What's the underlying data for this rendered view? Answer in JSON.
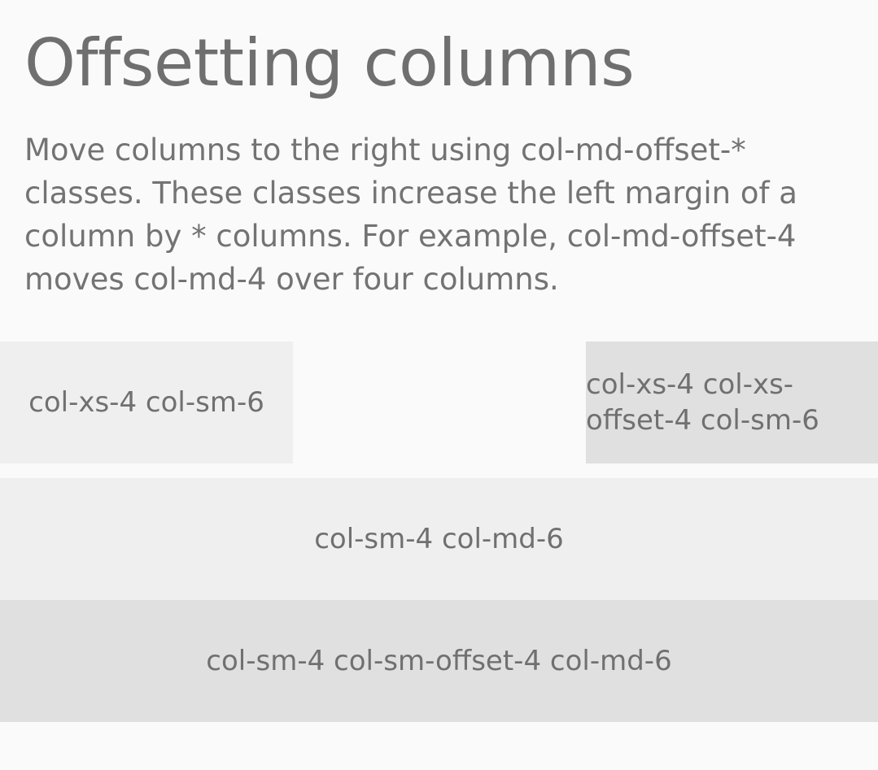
{
  "page": {
    "title": "Offsetting columns",
    "description": "Move columns to the right using col-md-offset-* classes. These classes increase the left margin of a column by * columns. For example, col-md-offset-4 moves col-md-4 over four columns."
  },
  "rows": [
    {
      "columns": [
        {
          "label": "col-xs-4 col-sm-6"
        },
        {
          "label": "col-xs-4 col-xs-offset-4 col-sm-6"
        }
      ]
    },
    {
      "columns": [
        {
          "label": "col-sm-4 col-md-6"
        }
      ]
    },
    {
      "columns": [
        {
          "label": "col-sm-4 col-sm-offset-4 col-md-6"
        }
      ]
    }
  ],
  "colors": {
    "background": "#fafafa",
    "cell_light": "#efefef",
    "cell_dark": "#e0e0e0",
    "text": "#6f6f6f"
  }
}
